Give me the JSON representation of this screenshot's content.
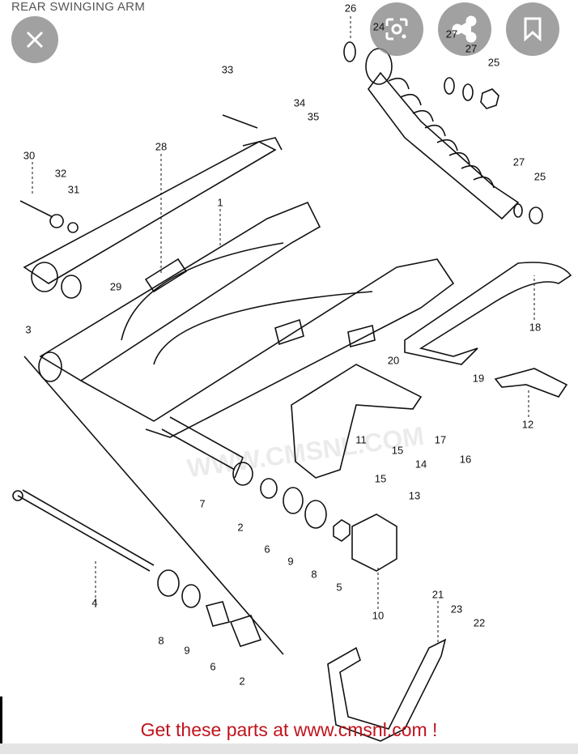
{
  "diagram": {
    "title": "REAR SWINGING ARM",
    "watermark": "WWW.CMSNL.COM",
    "part_labels": [
      "26",
      "24",
      "27",
      "27",
      "25",
      "33",
      "34",
      "35",
      "28",
      "30",
      "32",
      "31",
      "1",
      "27",
      "25",
      "29",
      "3",
      "18",
      "20",
      "19",
      "12",
      "11",
      "15",
      "17",
      "14",
      "16",
      "15",
      "13",
      "7",
      "2",
      "6",
      "9",
      "8",
      "5",
      "10",
      "4",
      "21",
      "23",
      "22",
      "8",
      "9",
      "6",
      "2"
    ],
    "promo_text": "Get these parts at www.cmsnl.com !",
    "promo_color": "#c0141c"
  },
  "toolbar": {
    "close_icon": "close-icon",
    "lens_icon": "lens-search-icon",
    "share_icon": "share-icon",
    "bookmark_icon": "bookmark-icon"
  }
}
